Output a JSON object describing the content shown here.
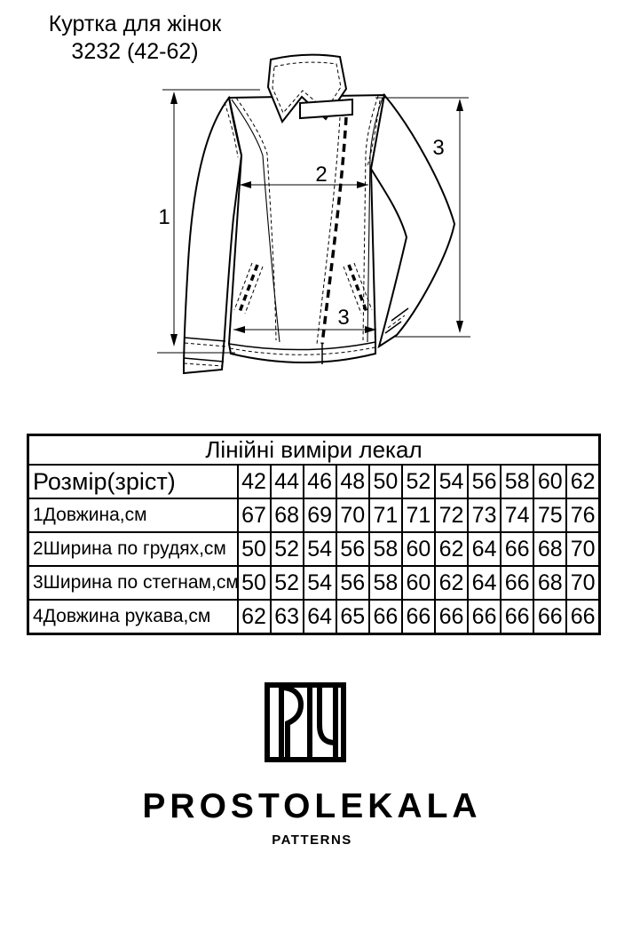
{
  "title": {
    "line1": "Куртка для жінок",
    "line2": "3232 (42-62)"
  },
  "drawing": {
    "labels": {
      "length": "1",
      "chest": "2",
      "sleeve": "3",
      "hip": "3"
    }
  },
  "table": {
    "header": "Лінійні виміри лекал",
    "size_row_label": "Розмір(зріст)",
    "sizes": [
      "42",
      "44",
      "46",
      "48",
      "50",
      "52",
      "54",
      "56",
      "58",
      "60",
      "62"
    ],
    "rows": [
      {
        "label": "1Довжина,см",
        "values": [
          "67",
          "68",
          "69",
          "70",
          "71",
          "71",
          "72",
          "73",
          "74",
          "75",
          "76"
        ]
      },
      {
        "label": "2Ширина по грудях,см",
        "values": [
          "50",
          "52",
          "54",
          "56",
          "58",
          "60",
          "62",
          "64",
          "66",
          "68",
          "70"
        ]
      },
      {
        "label": "3Ширина по стегнам,см",
        "values": [
          "50",
          "52",
          "54",
          "56",
          "58",
          "60",
          "62",
          "64",
          "66",
          "68",
          "70"
        ]
      },
      {
        "label": "4Довжина рукава,см",
        "values": [
          "62",
          "63",
          "64",
          "65",
          "66",
          "66",
          "66",
          "66",
          "66",
          "66",
          "66"
        ]
      }
    ]
  },
  "branding": {
    "brand_name": "PROSTOLEKALA",
    "tagline": "PATTERNS",
    "logo_icon": "pl-monogram-icon"
  },
  "colors": {
    "ink": "#000000",
    "background": "#ffffff"
  }
}
